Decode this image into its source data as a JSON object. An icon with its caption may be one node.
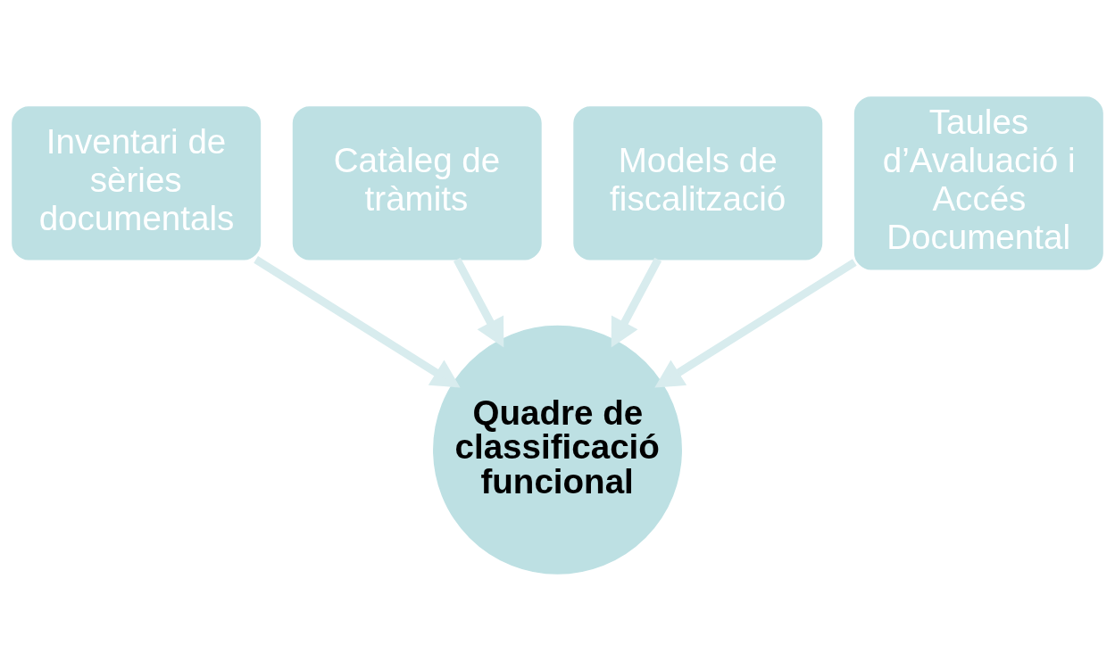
{
  "diagram": {
    "nodes": [
      {
        "text": [
          "Catàleg de tràmits"
        ]
      },
      {
        "text": [
          "Models de fiscalització"
        ]
      },
      {
        "text": [
          "Inventari de sèries documentals"
        ]
      },
      {
        "text": [
          "Taules d’Avaluació i Accés Documental"
        ]
      },
      {
        "text": [
          "Quadre de classificació funcional"
        ]
      }
    ],
    "edges": [
      {
        "from": 2,
        "to": 4,
        "arrow": "to"
      },
      {
        "from": 0,
        "to": 4,
        "arrow": "to"
      },
      {
        "from": 1,
        "to": 4,
        "arrow": "to"
      },
      {
        "from": 3,
        "to": 4,
        "arrow": "to"
      }
    ]
  }
}
